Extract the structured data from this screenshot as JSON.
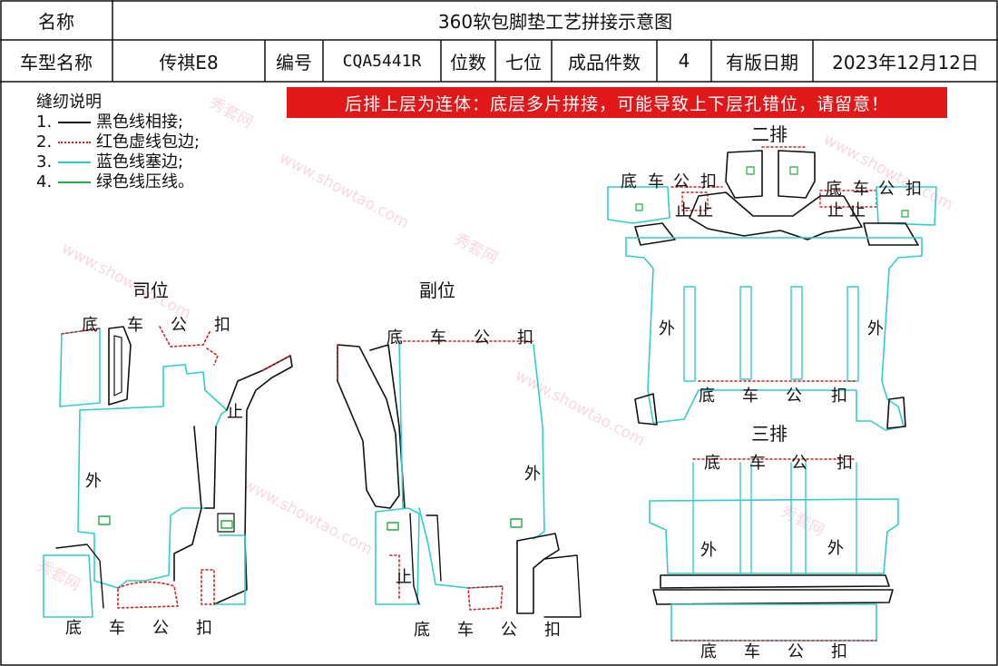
{
  "header": {
    "name_label": "名称",
    "title": "360软包脚垫工艺拼接示意图",
    "model_label": "车型名称",
    "model_value": "传祺E8",
    "code_label": "编号",
    "code_value": "CQA5441R",
    "seat_label": "位数",
    "seat_value": "七位",
    "pieces_label": "成品件数",
    "pieces_value": "4",
    "date_label": "有版日期",
    "date_value": "2023年12月12日"
  },
  "legend": {
    "title": "缝纫说明",
    "items": [
      {
        "num": "1.",
        "text": "黑色线相接;",
        "color": "#111111",
        "style": "solid"
      },
      {
        "num": "2.",
        "text": "红色虚线包边;",
        "color": "#cc2222",
        "style": "dotted"
      },
      {
        "num": "3.",
        "text": "蓝色线塞边;",
        "color": "#33cccc",
        "style": "solid"
      },
      {
        "num": "4.",
        "text": "绿色线压线。",
        "color": "#22aa44",
        "style": "solid"
      }
    ]
  },
  "warning": "后排上层为连体：底层多片拼接，可能导致上下层孔错位，请留意！",
  "sections": {
    "driver": "司位",
    "passenger": "副位",
    "row2": "二排",
    "row3": "三排"
  },
  "marks": {
    "di": "底",
    "che": "车",
    "gong": "公",
    "kou": "扣",
    "wai": "外",
    "zhi": "止"
  },
  "watermark": {
    "brand": "秀套网",
    "site": "www.showtao.com"
  },
  "colors": {
    "black_line": "#111111",
    "red_dotted": "#cc2222",
    "cyan_line": "#33cccc",
    "green_line": "#22aa44",
    "warning_bg": "#e0181a"
  }
}
